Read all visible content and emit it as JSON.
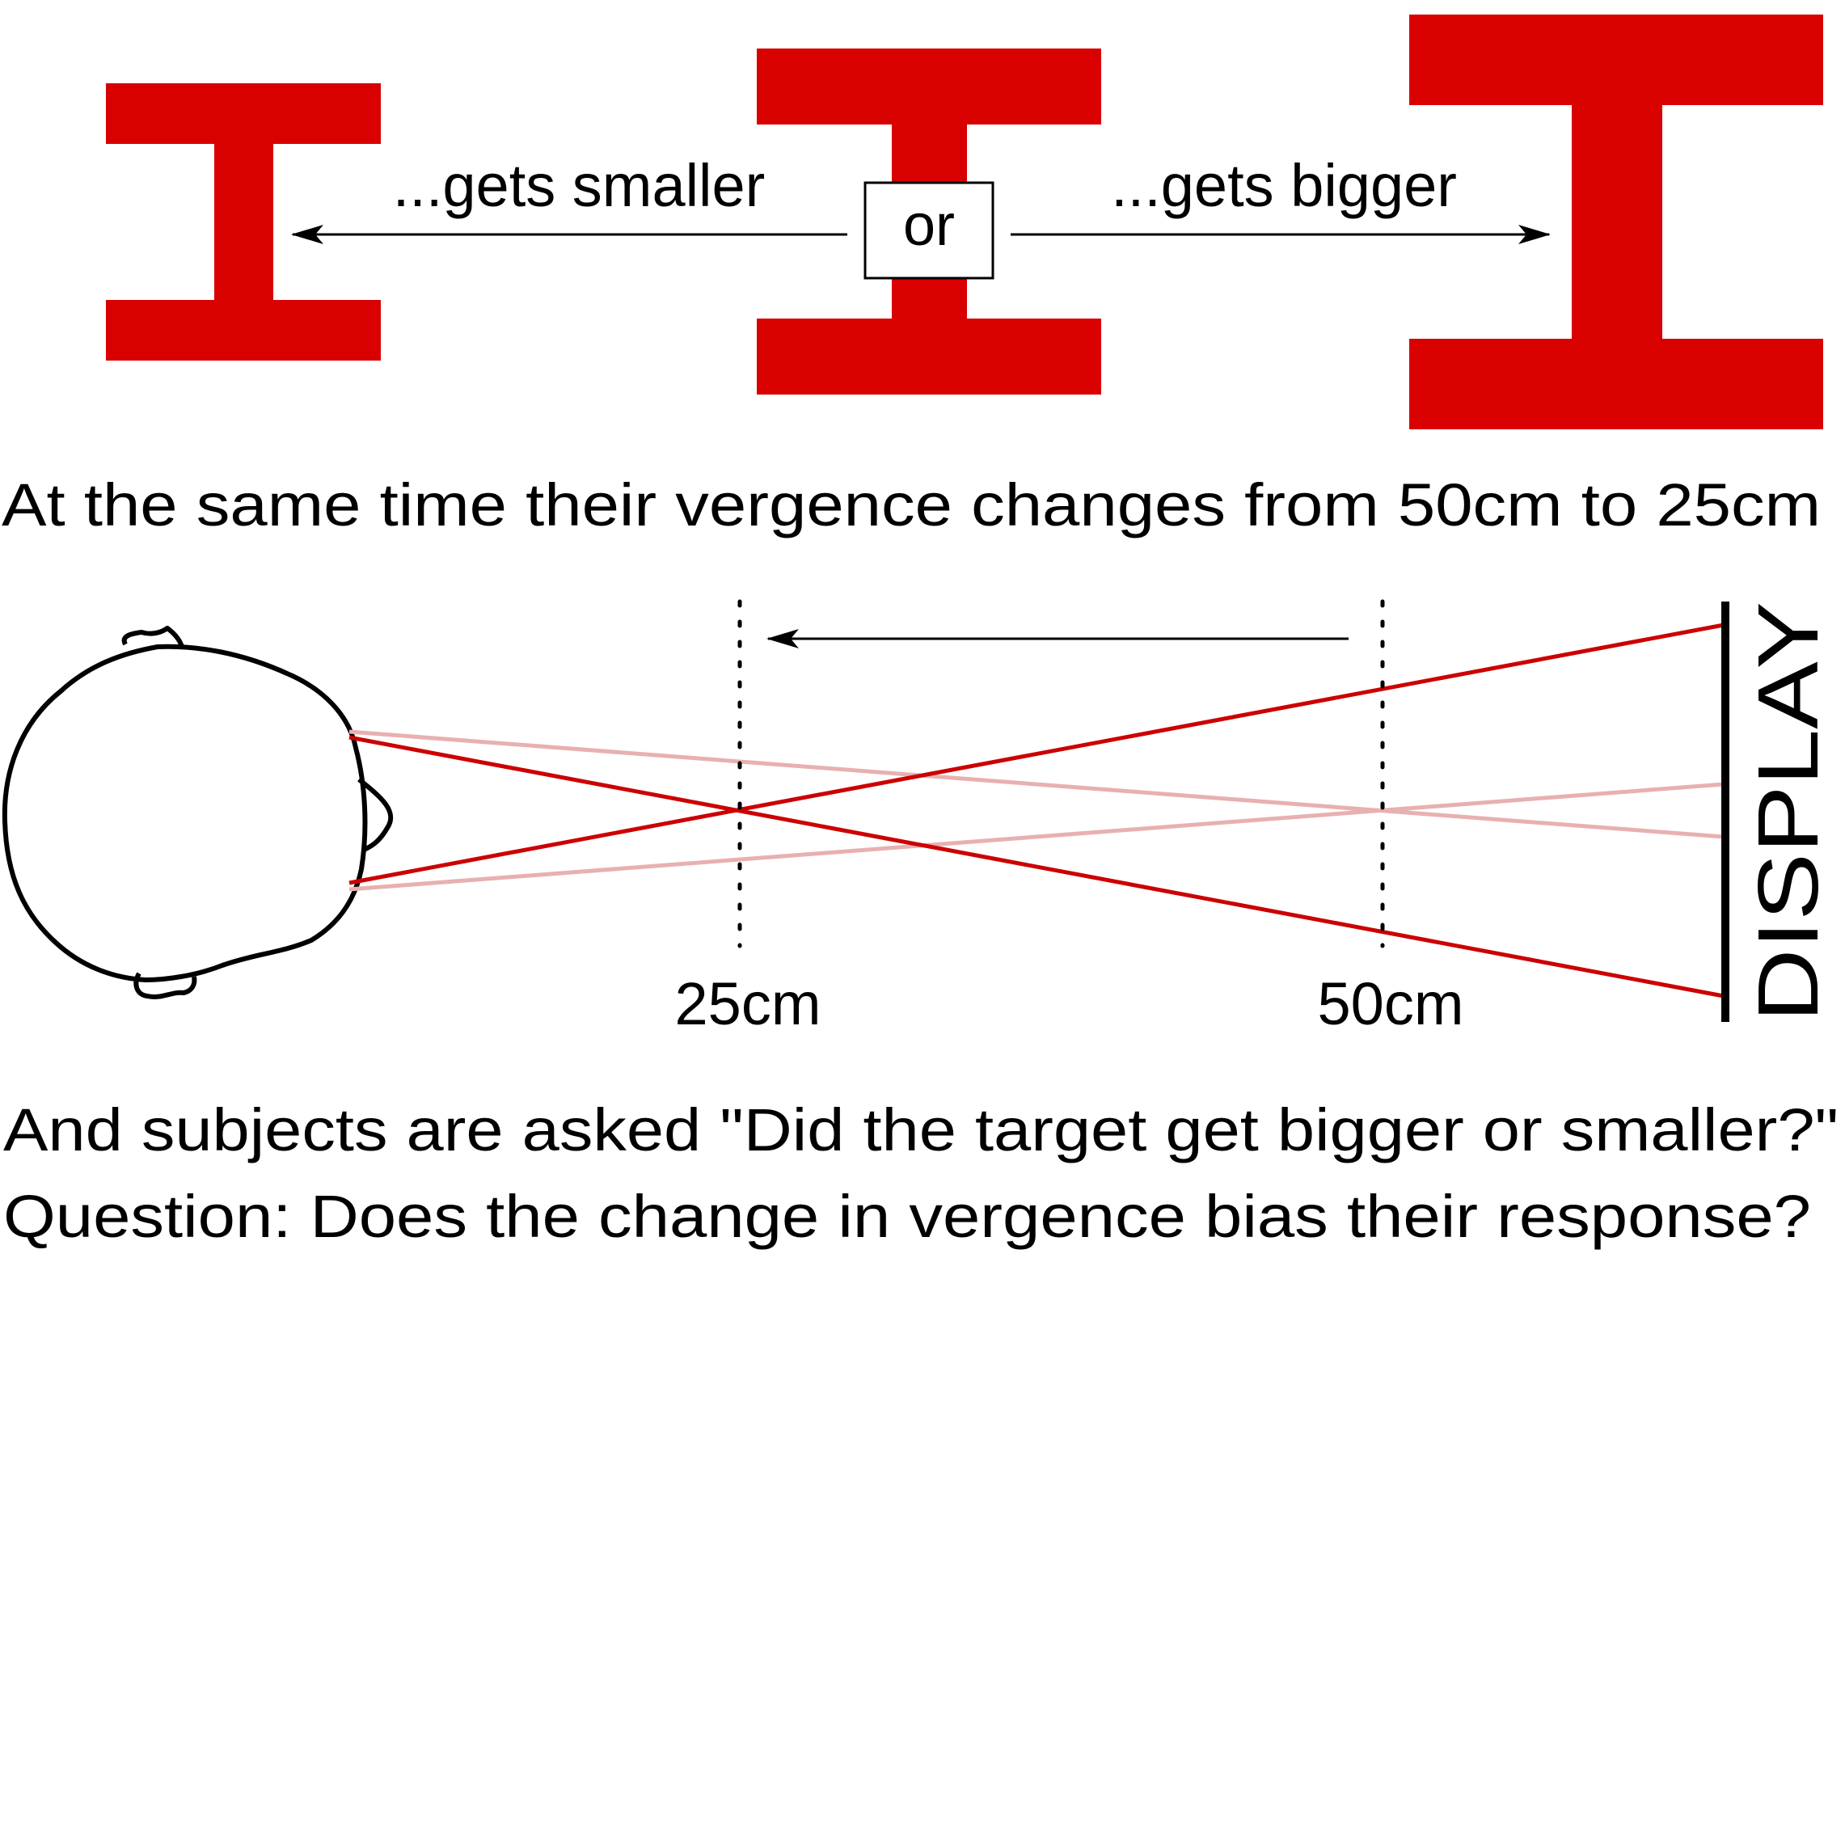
{
  "colors": {
    "target_red": "#d90000",
    "ray_red": "#cc0000",
    "ray_faded": "#e8b0b0",
    "ink": "#000000",
    "background": "#ffffff"
  },
  "targets": {
    "small_label": "...gets smaller",
    "middle_label": "or",
    "big_label": "...gets bigger"
  },
  "vergence": {
    "heading": "At the same time their vergence changes from 50cm to 25cm",
    "near_label": "25cm",
    "far_label": "50cm",
    "display_label": "DISPLAY"
  },
  "question": {
    "line1": "And subjects are asked \"Did the target get bigger or smaller?\"",
    "line2": "Question: Does the change in vergence bias their response?"
  }
}
